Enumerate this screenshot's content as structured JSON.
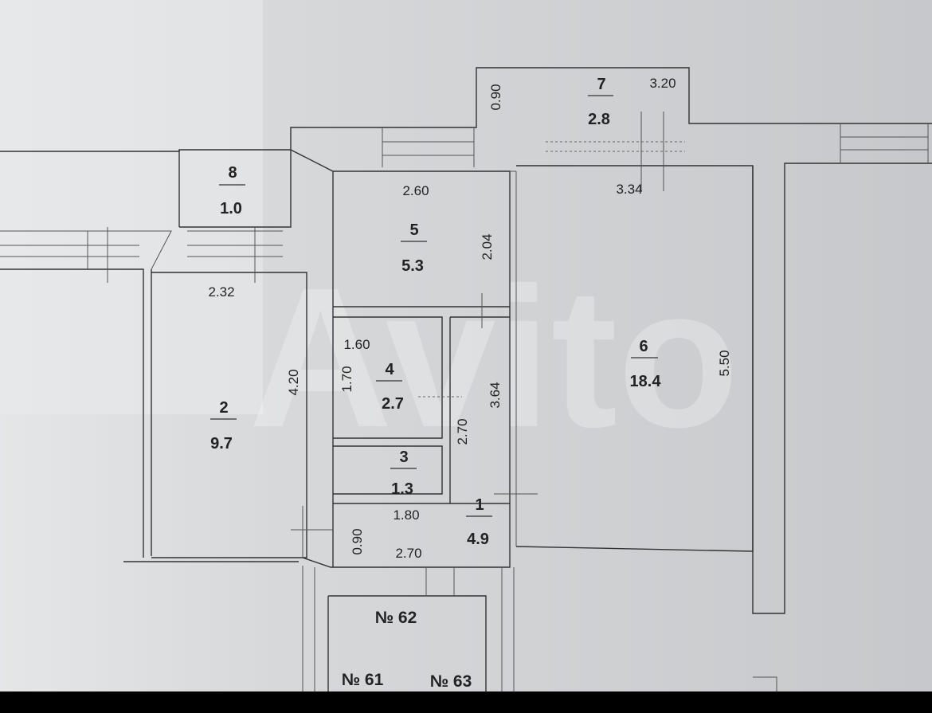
{
  "rooms": [
    {
      "id": "1",
      "number": "1",
      "area": "4.9"
    },
    {
      "id": "2",
      "number": "2",
      "area": "9.7"
    },
    {
      "id": "3",
      "number": "3",
      "area": "1.3"
    },
    {
      "id": "4",
      "number": "4",
      "area": "2.7"
    },
    {
      "id": "5",
      "number": "5",
      "area": "5.3"
    },
    {
      "id": "6",
      "number": "6",
      "area": "18.4"
    },
    {
      "id": "7",
      "number": "7",
      "area": "2.8"
    },
    {
      "id": "8",
      "number": "8",
      "area": "1.0"
    }
  ],
  "dimensions": {
    "d1": "0.90",
    "d2": "3.20",
    "d3": "2.60",
    "d4": "3.34",
    "d5": "2.04",
    "d6": "2.32",
    "d7": "1.60",
    "d8": "1.70",
    "d9": "4.20",
    "d10": "3.64",
    "d11": "5.50",
    "d12": "2.70",
    "d13": "1.80",
    "d14": "0.90",
    "d15": "2.70"
  },
  "apartments": {
    "a62": "№ 62",
    "a61": "№ 61",
    "a63": "№ 63"
  },
  "watermark": {
    "text": "Avito"
  },
  "colors": {
    "paper": "#d4d6d8",
    "ink": "#333333"
  }
}
